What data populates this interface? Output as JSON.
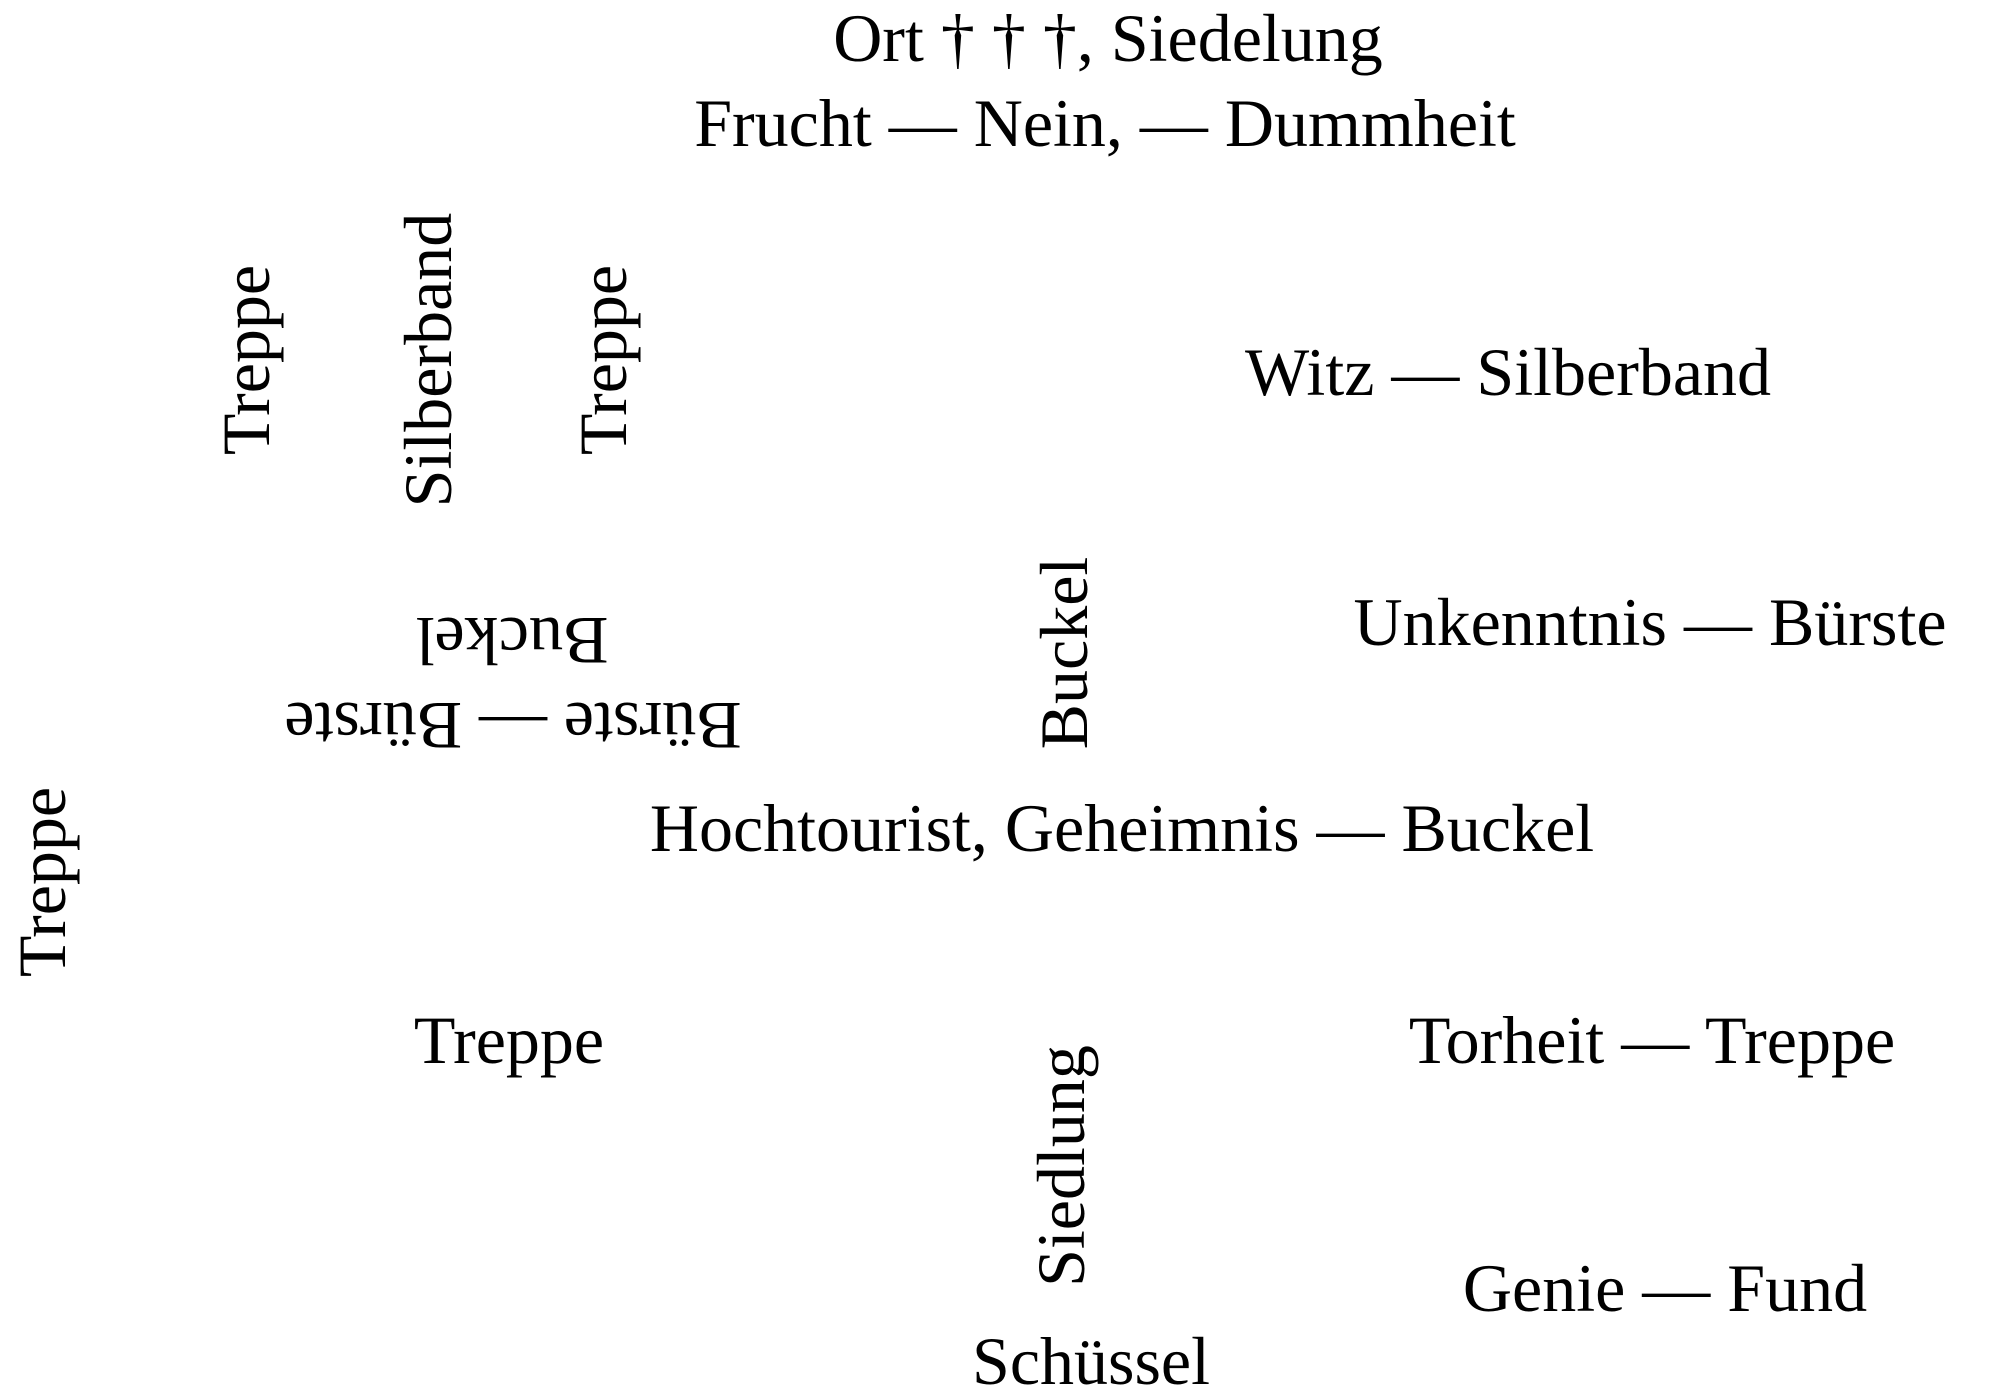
{
  "lines": {
    "header_top": "Ort † † †, Siedelung",
    "header_second": "Frucht — Nein, — Dummheit",
    "vertical_treppe_1": "Treppe",
    "vertical_silberband": "Silberband",
    "vertical_treppe_2": "Treppe",
    "witz_line": "Witz — Silberband",
    "upside_buckel": "Buckel",
    "upside_buerste": "Bürste — Bürste",
    "vertical_buckel": "Buckel",
    "unkenntnis_line": "Unkenntnis — Bürste",
    "vertical_treppe_left": "Treppe",
    "hochtourist_line": "Hochtourist, Geheimnis — Buckel",
    "treppe_line": "Treppe",
    "torheit_line": "Torheit — Treppe",
    "vertical_siedlung": "Siedlung",
    "genie_line": "Genie — Fund",
    "schuessel_line": "Schüssel"
  }
}
